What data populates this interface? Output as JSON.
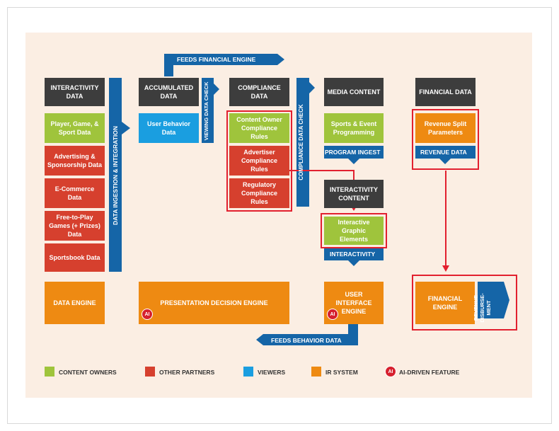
{
  "columns": {
    "interactivity": "INTERACTIVITY DATA",
    "accumulated": "ACCUMULATED DATA",
    "compliance": "COMPLIANCE DATA",
    "media": "MEDIA CONTENT",
    "financial": "FINANCIAL DATA"
  },
  "interactivity_items": {
    "player": "Player, Game, & Sport Data",
    "advertising": "Advertising & Sponsorship Data",
    "ecommerce": "E-Commerce Data",
    "freetoplay": "Free-to-Play Games (+ Prizes) Data",
    "sportsbook": "Sportsbook Data"
  },
  "accumulated_items": {
    "user_behavior": "User Behavior Data"
  },
  "compliance_items": {
    "content_owner": "Content Owner Compliance Rules",
    "advertiser": "Advertiser Compliance Rules",
    "regulatory": "Regulatory Compliance Rules"
  },
  "media_items": {
    "sports_event": "Sports & Event Programming",
    "program_ingest": "PROGRAM INGEST",
    "interactivity_content": "INTERACTIVITY CONTENT",
    "interactive_graphic": "Interactive Graphic Elements",
    "interactivity": "INTERACTIVITY"
  },
  "financial_items": {
    "revenue_split": "Revenue Split Parameters",
    "revenue_data": "REVENUE DATA",
    "revenue_disbursement": "REVENUE DISBURSE-MENT"
  },
  "engines": {
    "data": "DATA ENGINE",
    "presentation": "PRESENTATION DECISION ENGINE",
    "ui": "USER INTERFACE ENGINE",
    "financial": "FINANCIAL ENGINE"
  },
  "arrows": {
    "feeds_financial": "FEEDS FINANCIAL ENGINE",
    "feeds_behavior": "FEEDS BEHAVIOR DATA",
    "data_ingestion": "DATA INGESTION & INTEGRATION",
    "viewing_check": "VIEWING DATA CHECK",
    "compliance_check": "COMPLIANCE DATA CHECK"
  },
  "ai_badge": "AI",
  "legend": {
    "content_owners": "CONTENT OWNERS",
    "other_partners": "OTHER PARTNERS",
    "viewers": "VIEWERS",
    "ir_system": "IR SYSTEM",
    "ai_feature": "AI-DRIVEN FEATURE"
  },
  "colors": {
    "dark": "#3d3d3d",
    "green": "#9fc43c",
    "red": "#d6402e",
    "blue": "#1a9ee0",
    "orange": "#ee8a12",
    "navy": "#1565a7",
    "highlight": "#e2202f",
    "background": "#fbeee3"
  }
}
